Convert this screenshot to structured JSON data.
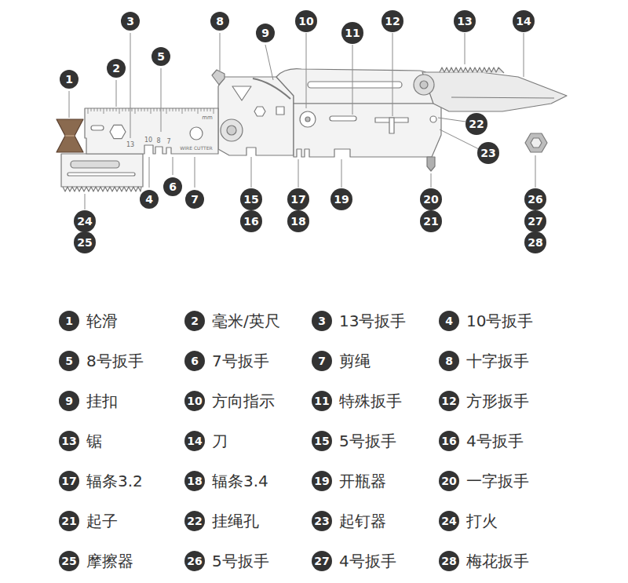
{
  "diagram": {
    "nodes": [
      {
        "text": [
          "1"
        ]
      },
      {
        "text": [
          "2"
        ]
      },
      {
        "text": [
          "3"
        ]
      },
      {
        "text": [
          "4"
        ]
      },
      {
        "text": [
          "5"
        ]
      },
      {
        "text": [
          "6"
        ]
      },
      {
        "text": [
          "7"
        ]
      },
      {
        "text": [
          "8"
        ]
      },
      {
        "text": [
          "9"
        ]
      },
      {
        "text": [
          "10"
        ]
      },
      {
        "text": [
          "11"
        ]
      },
      {
        "text": [
          "12"
        ]
      },
      {
        "text": [
          "13"
        ]
      },
      {
        "text": [
          "14"
        ]
      },
      {
        "text": [
          "15"
        ]
      },
      {
        "text": [
          "16"
        ]
      },
      {
        "text": [
          "17"
        ]
      },
      {
        "text": [
          "18"
        ]
      },
      {
        "text": [
          "19"
        ]
      },
      {
        "text": [
          "20"
        ]
      },
      {
        "text": [
          "21"
        ]
      },
      {
        "text": [
          "22"
        ]
      },
      {
        "text": [
          "23"
        ]
      },
      {
        "text": [
          "24"
        ]
      },
      {
        "text": [
          "25"
        ]
      },
      {
        "text": [
          "26"
        ]
      },
      {
        "text": [
          "27"
        ]
      },
      {
        "text": [
          "28"
        ]
      },
      {
        "text": [
          "1",
          "轮滑"
        ]
      },
      {
        "text": [
          "2",
          "毫米/英尺"
        ]
      },
      {
        "text": [
          "3",
          "13号扳手"
        ]
      },
      {
        "text": [
          "4",
          "10号扳手"
        ]
      },
      {
        "text": [
          "5",
          "8号扳手"
        ]
      },
      {
        "text": [
          "6",
          "7号扳手"
        ]
      },
      {
        "text": [
          "7",
          "剪绳"
        ]
      },
      {
        "text": [
          "8",
          "十字扳手"
        ]
      },
      {
        "text": [
          "9",
          "挂扣"
        ]
      },
      {
        "text": [
          "10",
          "方向指示"
        ]
      },
      {
        "text": [
          "11",
          "特殊扳手"
        ]
      },
      {
        "text": [
          "12",
          "方形扳手"
        ]
      },
      {
        "text": [
          "13",
          "锯"
        ]
      },
      {
        "text": [
          "14",
          "刀"
        ]
      },
      {
        "text": [
          "15",
          "5号扳手"
        ]
      },
      {
        "text": [
          "16",
          "4号扳手"
        ]
      },
      {
        "text": [
          "17",
          "辐条3.2"
        ]
      },
      {
        "text": [
          "18",
          "辐条3.4"
        ]
      },
      {
        "text": [
          "19",
          "开瓶器"
        ]
      },
      {
        "text": [
          "20",
          "一字扳手"
        ]
      },
      {
        "text": [
          "21",
          "起子"
        ]
      },
      {
        "text": [
          "22",
          "挂绳孔"
        ]
      },
      {
        "text": [
          "23",
          "起钉器"
        ]
      },
      {
        "text": [
          "24",
          "打火"
        ]
      },
      {
        "text": [
          "25",
          "摩擦器"
        ]
      },
      {
        "text": [
          "26",
          "5号扳手"
        ]
      },
      {
        "text": [
          "27",
          "4号扳手"
        ]
      },
      {
        "text": [
          "28",
          "梅花扳手"
        ]
      }
    ],
    "labels": [
      "mm",
      "WIRE CUTTER",
      "13",
      "10",
      "8",
      "7"
    ]
  }
}
